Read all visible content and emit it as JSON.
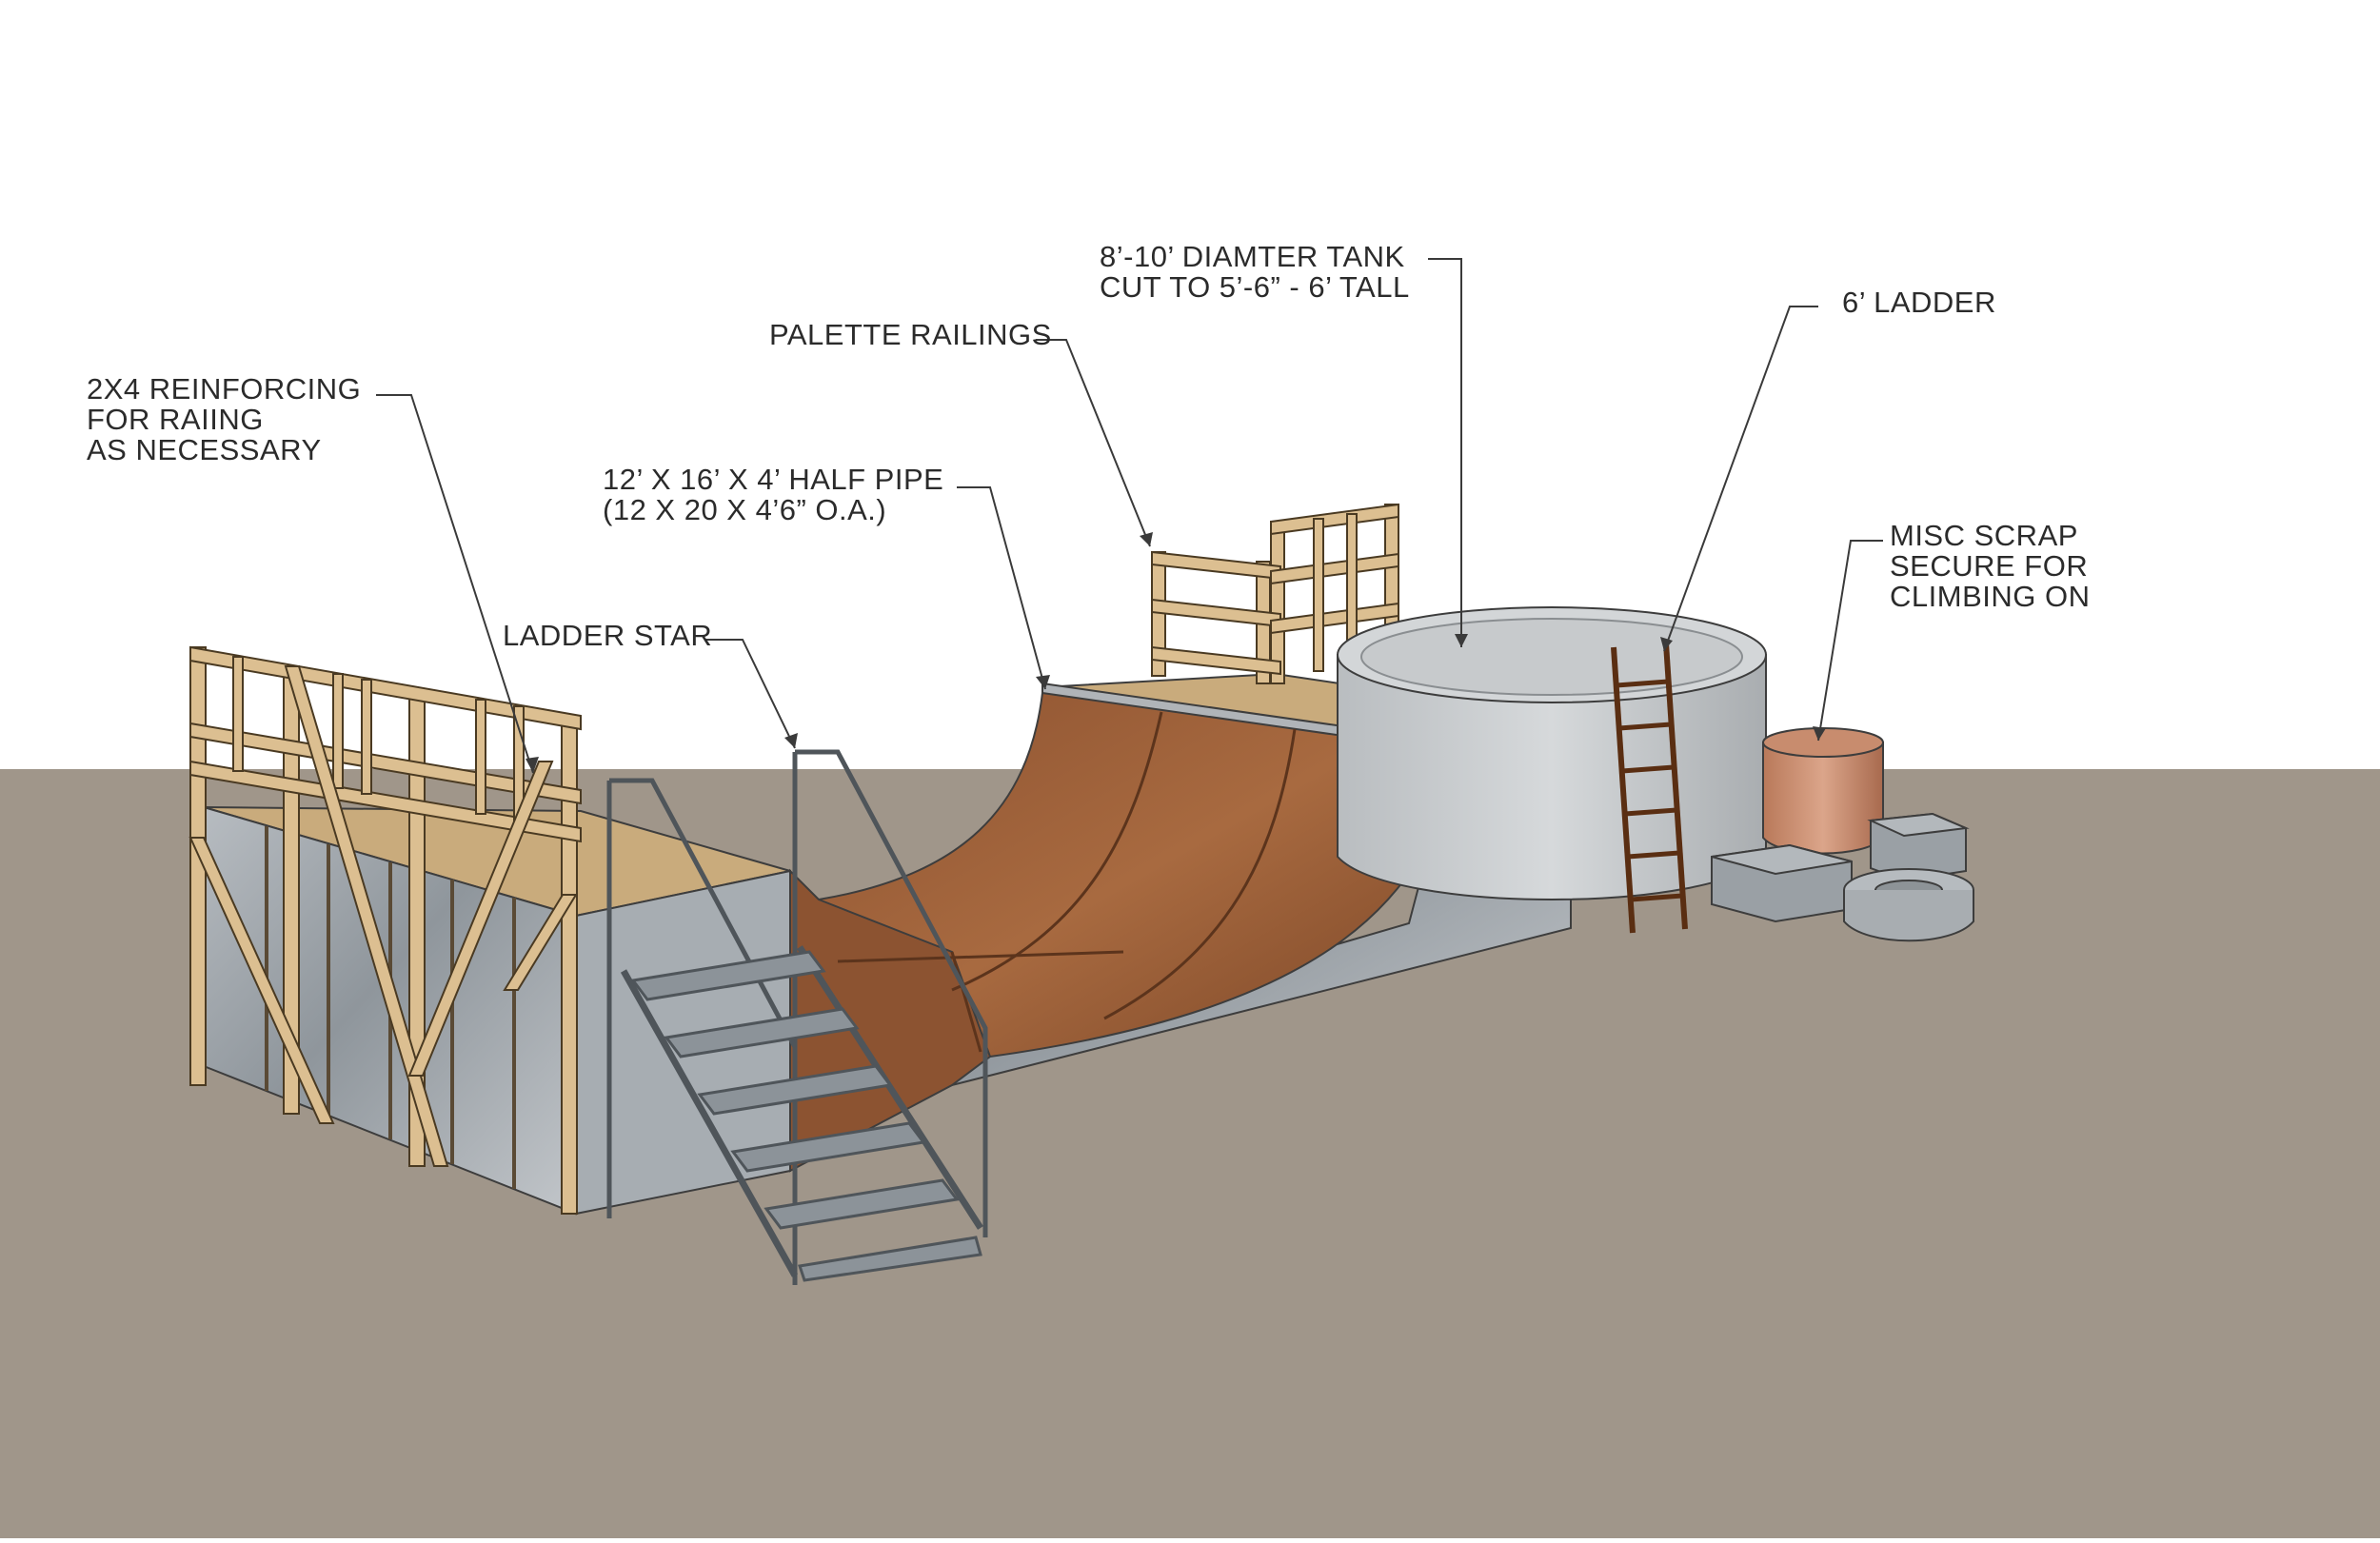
{
  "labels": {
    "reinforcing": [
      "2X4 REINFORCING",
      "FOR RAIING",
      "AS NECESSARY"
    ],
    "half_pipe": [
      "12’ X 16’ X 4’ HALF PIPE",
      "(12 X 20 X 4’6” O.A.)"
    ],
    "ladder_stair": [
      "LADDER STAR"
    ],
    "palette_railings": [
      "PALETTE RAILINGS"
    ],
    "tank": [
      "8’-10’ DIAMTER TANK",
      "CUT TO 5’-6” - 6’  TALL"
    ],
    "ladder": [
      "6’ LADDER"
    ],
    "scrap": [
      "MISC SCRAP",
      "SECURE FOR",
      "CLIMBING ON"
    ]
  },
  "colors": {
    "ground": "#a0968a",
    "sky": "#ffffff",
    "rust": "#9a5f3a",
    "rust_dark": "#6e3f22",
    "wood": "#d9b98a",
    "wood_dark": "#b08b5a",
    "metal": "#9fa6ad",
    "metal_dark": "#6c747c",
    "tank": "#c4c8cb",
    "leader": "#3a3a3a"
  }
}
